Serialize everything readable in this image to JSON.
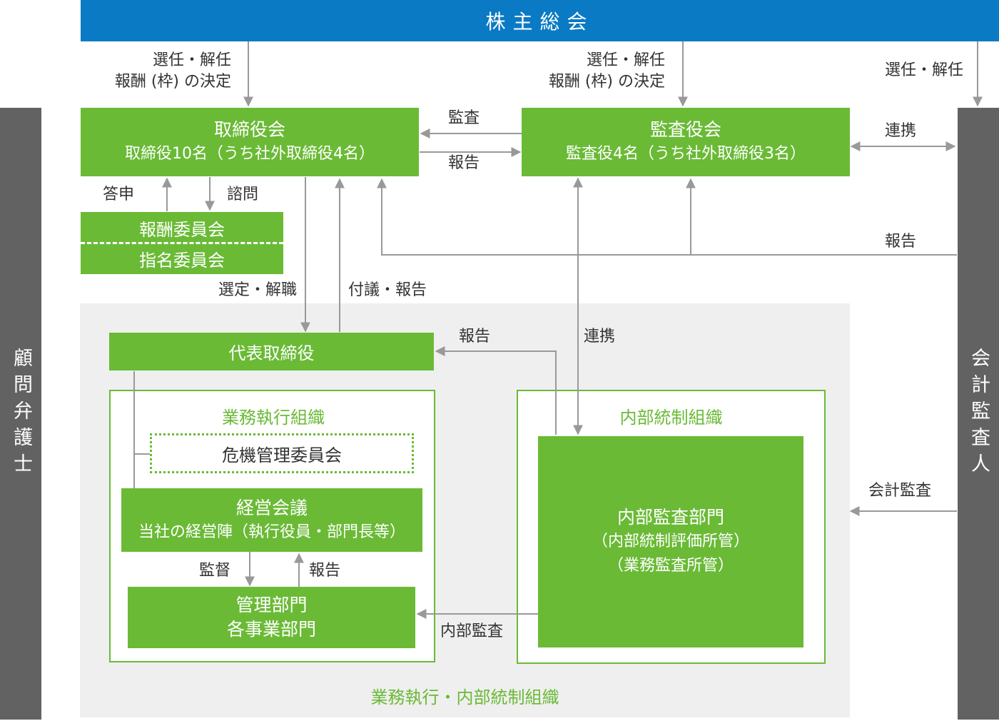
{
  "shareholders_meeting": "株主総会",
  "advisor": "顧問弁護士",
  "accounting_auditor": "会計監査人",
  "board": {
    "title": "取締役会",
    "detail": "取締役10名（うち社外取締役4名）"
  },
  "audit_board": {
    "title": "監査役会",
    "detail": "監査役4名（うち社外取締役3名）"
  },
  "compensation_committee": "報酬委員会",
  "nomination_committee": "指名委員会",
  "president": "代表取締役",
  "business_org": {
    "title": "業務執行組織"
  },
  "crisis_committee": "危機管理委員会",
  "management_meeting": {
    "title": "経営会議",
    "detail": "当社の経営陣（執行役員・部門長等）"
  },
  "departments": {
    "line1": "管理部門",
    "line2": "各事業部門"
  },
  "internal_control_org": {
    "title": "内部統制組織"
  },
  "internal_audit": {
    "title": "内部監査部門",
    "line2": "（内部統制評価所管）",
    "line3": "（業務監査所管）"
  },
  "region_label": "業務執行・内部統制組織",
  "labels": {
    "elect_dismiss": "選任・解任",
    "remuneration_decision": "報酬 (枠) の決定",
    "audit": "監査",
    "report": "報告",
    "cooperation": "連携",
    "reply": "答申",
    "consult": "諮問",
    "appoint_dismiss": "選定・解職",
    "refer_report": "付議・報告",
    "supervise": "監督",
    "internal_audit": "内部監査",
    "accounting_audit": "会計監査"
  },
  "colors": {
    "blue": "#0a7ac4",
    "green": "#6aba36",
    "gray": "#626262",
    "light_gray": "#efefef",
    "line": "#999999"
  }
}
